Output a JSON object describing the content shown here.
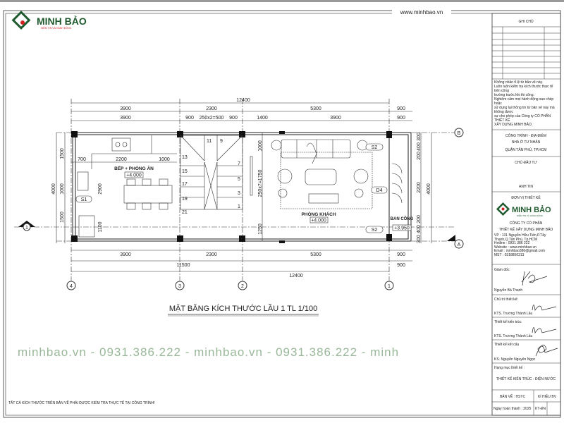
{
  "header": {
    "brand": "MINH BẢO",
    "slogan": "NIỀM TIN VÀ HÀNH ĐỘNG",
    "website": "www.minhbao.vn"
  },
  "colors": {
    "brand_green": "#1f5a2e",
    "brand_red": "#d32020",
    "watermark": "#6f9a6f"
  },
  "drawing": {
    "title": "MẶT BẰNG KÍCH THƯỚC LẦU 1 TL 1/100",
    "rooms": [
      {
        "name": "BẾP + PHÒNG ĂN",
        "level": "+4.000"
      },
      {
        "name": "PHÒNG KHÁCH",
        "level": "+4.000"
      },
      {
        "name": "BAN CÔNG",
        "level": "+3.950"
      }
    ],
    "tags": [
      "S1",
      "S2",
      "S2",
      "D4"
    ],
    "stair_numbers": [
      "11",
      "9",
      "13",
      "15",
      "17",
      "19",
      "21",
      "7",
      "5",
      "3",
      "1"
    ],
    "axes_x": [
      "4",
      "3",
      "2",
      "1"
    ],
    "axes_y": [
      "B",
      "A"
    ],
    "section_mark": "1",
    "dims_top_total": "12400",
    "dims_top_row1": [
      "3900",
      "2300",
      "5300",
      "900"
    ],
    "dims_top_row2": [
      "3900",
      "900",
      "250x2=500",
      "900",
      "1400",
      "3900",
      "900"
    ],
    "dims_inner": [
      "700",
      "2200",
      "1000",
      "2900",
      "1100",
      "1000",
      "250x7=1750",
      "1250"
    ],
    "dims_bottom_row1": [
      "3900",
      "2300",
      "5300",
      "900"
    ],
    "dims_bottom_row2": [
      "11500",
      "900"
    ],
    "dims_bottom_total": "12400",
    "dims_left_total": "4000",
    "dims_left": [
      "1500",
      "1000",
      "1500"
    ],
    "dims_right": [
      "300",
      "400",
      "200",
      "2200",
      "200",
      "400",
      "300"
    ],
    "dims_right_total": "4000",
    "watermark": "minhbao.vn - 0931.386.222 - minhbao.vn - 0931.386.222 - minh",
    "footer_note": "TẤT CẢ KÍCH THƯỚC TRÊN BẢN VẼ PHẢI ĐƯỢC KIỂM TRA THỰC TẾ TẠI CÔNG TRÌNH!"
  },
  "title_block": {
    "notes_header": "GHI CHÚ",
    "notes": [
      "Không nhân tỉ lệ từ bản vẽ này.",
      "Luôn luôn kiểm tra kích thước thực tế trên công",
      "trường trước khi thi công.",
      "Nghiêm cấm mọi hành động sao chép hoặc",
      "sử dụng lại thông tin từ bản vẽ này mà không được",
      "sự cho phép của Công ty CỔ PHẦN THIẾT KẾ",
      "XÂY DỰNG MINH BẢO."
    ],
    "project_label": "CÔNG TRÌNH - ĐỊA ĐIỂM",
    "project_name": "NHÀ Ở TƯ NHÂN",
    "project_location": "QUẬN TÂN PHÚ, TP.HCM",
    "owner_label": "CHỦ ĐẦU TƯ",
    "owner_name": "ANH TIN",
    "designer_label": "ĐƠN VỊ THIẾT KẾ",
    "company_line1": "CÔNG TY CỔ PHẦN",
    "company_line2": "THIẾT KẾ XÂY DỰNG MINH BẢO",
    "company_info": [
      "VP : 131 Nguyễn Hữu Tiến,P.Tây Thạnh,Q.Tân Phú, Tp.HCM",
      "Hotline : 0931 386 222",
      "Website : www.minhbao.vn",
      "Email : minhbao386@gmail.com",
      "MST : 0318850313"
    ],
    "director_label": "Giám đốc:",
    "director_name": "Nguyễn Bá Thanh",
    "lead_label": "Chủ trì thiết kế:",
    "lead_name": "KTS. Trương Thành Lầu",
    "arch_label": "Thiết kế kiến trúc:",
    "arch_name": "KTS. Trương Thành Lầu",
    "struct_label": "Thiết kế kết cấu",
    "struct_name": "KS. Nguyễn Nguyên Ngọc",
    "category_label": "Hạng mục thiết kế :",
    "category_value": "THIẾT KẾ KIẾN TRÚC - ĐIỆN NƯỚC",
    "sheet_label": "BẢN VẼ : HSTC",
    "code_label": "KÍ HIỆU BV",
    "date_label": "Ngày hoàn thành : 2025",
    "code_value": "KT-ĐN"
  }
}
